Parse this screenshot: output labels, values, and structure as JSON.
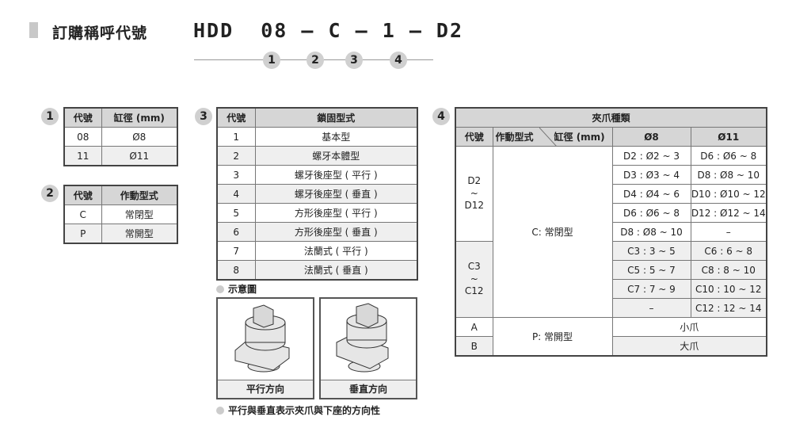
{
  "title": "訂購稱呼代號",
  "model": "HDD  08 – C – 1 – D2",
  "markers": [
    "1",
    "2",
    "3",
    "4"
  ],
  "t1": {
    "num": "1",
    "headers": [
      "代號",
      "缸徑 (mm)"
    ],
    "rows": [
      [
        "08",
        "Ø8"
      ],
      [
        "11",
        "Ø11"
      ]
    ]
  },
  "t2": {
    "num": "2",
    "headers": [
      "代號",
      "作動型式"
    ],
    "rows": [
      [
        "C",
        "常閉型"
      ],
      [
        "P",
        "常開型"
      ]
    ]
  },
  "t3": {
    "num": "3",
    "headers": [
      "代號",
      "鎖固型式"
    ],
    "rows": [
      [
        "1",
        "基本型"
      ],
      [
        "2",
        "螺牙本體型"
      ],
      [
        "3",
        "螺牙後座型 ( 平行 )"
      ],
      [
        "4",
        "螺牙後座型 ( 垂直 )"
      ],
      [
        "5",
        "方形後座型 ( 平行 )"
      ],
      [
        "6",
        "方形後座型 ( 垂直 )"
      ],
      [
        "7",
        "法蘭式 ( 平行 )"
      ],
      [
        "8",
        "法蘭式 ( 垂直 )"
      ]
    ]
  },
  "diagram": {
    "caption": "示意圖",
    "parallel": "平行方向",
    "vertical": "垂直方向",
    "note": "平行與垂直表示夾爪與下座的方向性"
  },
  "t4": {
    "num": "4",
    "title": "夾爪種類",
    "h_code": "代號",
    "h_action": "作動型式",
    "h_bore": "缸徑 (mm)",
    "h_8": "Ø8",
    "h_11": "Ø11",
    "d_code": "D2\n~\nD12",
    "c_code": "C3\n~\nC12",
    "nc": "C: 常閉型",
    "no": "P: 常開型",
    "d_rows": [
      [
        "D2 : Ø2 ~ 3",
        "D6 : Ø6 ~ 8"
      ],
      [
        "D3 : Ø3 ~ 4",
        "D8 : Ø8 ~ 10"
      ],
      [
        "D4 : Ø4 ~ 6",
        "D10 : Ø10 ~ 12"
      ],
      [
        "D6 : Ø6 ~ 8",
        "D12 : Ø12 ~ 14"
      ],
      [
        "D8 : Ø8 ~ 10",
        "–"
      ]
    ],
    "c_rows": [
      [
        "C3 : 3 ~ 5",
        "C6 : 6 ~ 8"
      ],
      [
        "C5 : 5 ~ 7",
        "C8 : 8 ~ 10"
      ],
      [
        "C7 : 7 ~ 9",
        "C10 : 10 ~ 12"
      ],
      [
        "–",
        "C12 : 12 ~ 14"
      ]
    ],
    "a": "A",
    "a_val": "小爪",
    "b": "B",
    "b_val": "大爪"
  }
}
